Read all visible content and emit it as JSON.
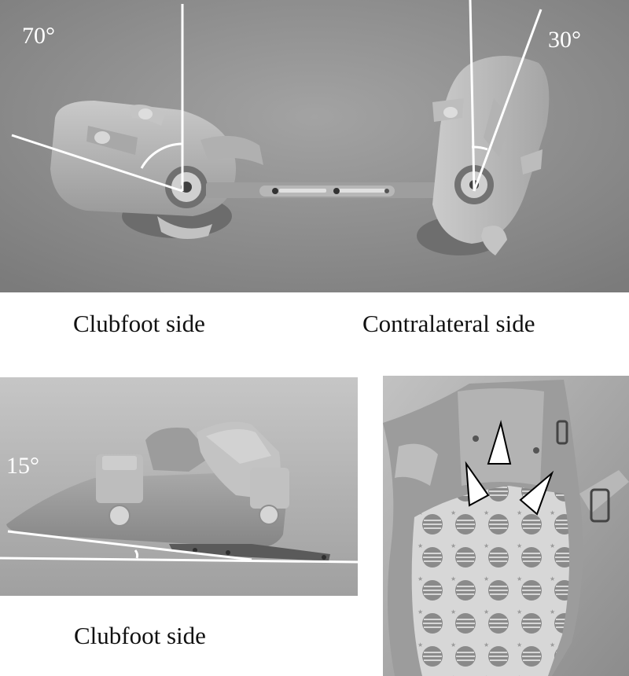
{
  "panels": {
    "top": {
      "angle_left": "70°",
      "angle_right": "30°"
    },
    "bottom_left": {
      "angle": "15°"
    }
  },
  "captions": {
    "clubfoot_top": "Clubfoot side",
    "contralateral": "Contralateral side",
    "clubfoot_bottom": "Clubfoot side"
  },
  "colors": {
    "background_photo": "#8f8f8f",
    "brace_plastic": "#b8b8b8",
    "annotation_lines": "#ffffff"
  }
}
